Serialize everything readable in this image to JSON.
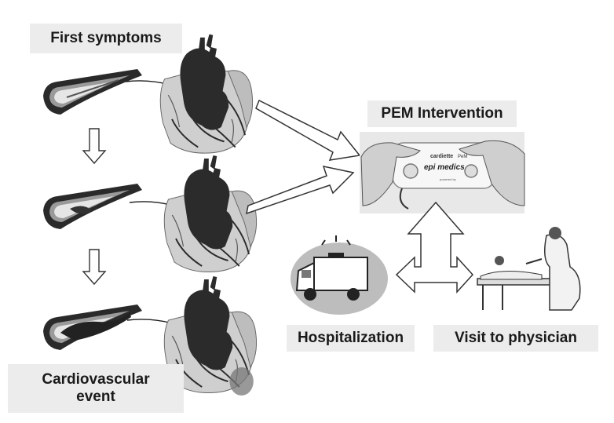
{
  "labels": {
    "first_symptoms": "First symptoms",
    "pem_intervention": "PEM Intervention",
    "hospitalization": "Hospitalization",
    "visit_physician": "Visit to physician",
    "cardiovascular_line1": "Cardiovascular",
    "cardiovascular_line2": "event"
  },
  "device": {
    "brand": "cardiette",
    "model": "PeM",
    "maker": "epi medics",
    "powered": "powered by"
  },
  "colors": {
    "label_bg": "#ececec",
    "heart_dark": "#2a2a2a",
    "heart_light": "#c8c8c8"
  }
}
